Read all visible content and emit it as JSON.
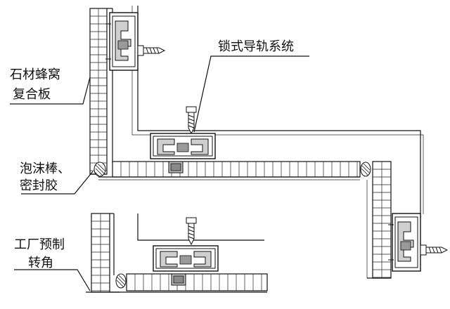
{
  "labels": {
    "honeycomb_1": "石材蜂窝",
    "honeycomb_2": "复合板",
    "rail_system": "锁式导轨系统",
    "foam_1": "泡沫棒、",
    "foam_2": "密封胶",
    "corner_1": "工厂预制",
    "corner_2": "转角"
  }
}
